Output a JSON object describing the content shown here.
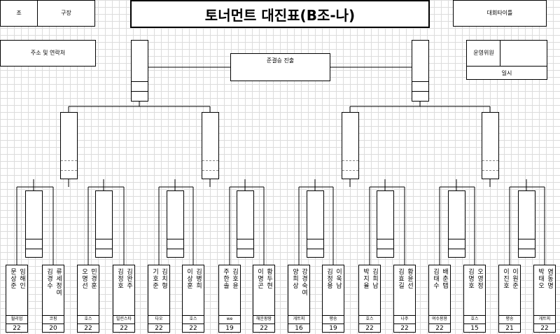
{
  "header": {
    "title": "토너먼트 대진표(B조-나)",
    "group_label": "조",
    "group_value": "",
    "captain_label": "구장",
    "tournament_label": "대회타이틀",
    "address_label": "주소 및 연락처",
    "final_label": "준결승 진출",
    "committee_label": "운영위원",
    "committee_value": "",
    "date_label": "일시"
  },
  "players": [
    {
      "names": [
        "문상준",
        "임해인"
      ],
      "club": "월리엄",
      "score": "22"
    },
    {
      "names": [
        "김경수",
        "류세정여"
      ],
      "club": "코핑",
      "score": "20"
    },
    {
      "names": [
        "오명선",
        "민경훈"
      ],
      "club": "호스",
      "score": "22"
    },
    {
      "names": [
        "김정호",
        "김완주"
      ],
      "club": "빌린스타",
      "score": "22"
    },
    {
      "names": [
        "기호준",
        "김치형"
      ],
      "club": "다오",
      "score": "22"
    },
    {
      "names": [
        "이상훈",
        "김병희"
      ],
      "club": "호스",
      "score": "22"
    },
    {
      "names": [
        "주한솔",
        "김호윤"
      ],
      "club": "we",
      "score": "19"
    },
    {
      "names": [
        "이명곤",
        "황두현"
      ],
      "club": "해운팡팡",
      "score": "22"
    },
    {
      "names": [
        "양희상",
        "강경숙여"
      ],
      "club": "개트피",
      "score": "16"
    },
    {
      "names": [
        "김정용",
        "이욱남"
      ],
      "club": "평송",
      "score": "19"
    },
    {
      "names": [
        "박지율",
        "김희남"
      ],
      "club": "호스",
      "score": "22"
    },
    {
      "names": [
        "김효길",
        "황윤선"
      ],
      "club": "나주",
      "score": "22"
    },
    {
      "names": [
        "김태수",
        "배춘탭"
      ],
      "club": "여수용용",
      "score": "22"
    },
    {
      "names": [
        "김명호",
        "오영정"
      ],
      "club": "호스",
      "score": "15"
    },
    {
      "names": [
        "이진호",
        "이원준"
      ],
      "club": "평송",
      "score": "21"
    },
    {
      "names": [
        "박태오",
        "염동명"
      ],
      "club": "개트피",
      "score": "22"
    }
  ]
}
